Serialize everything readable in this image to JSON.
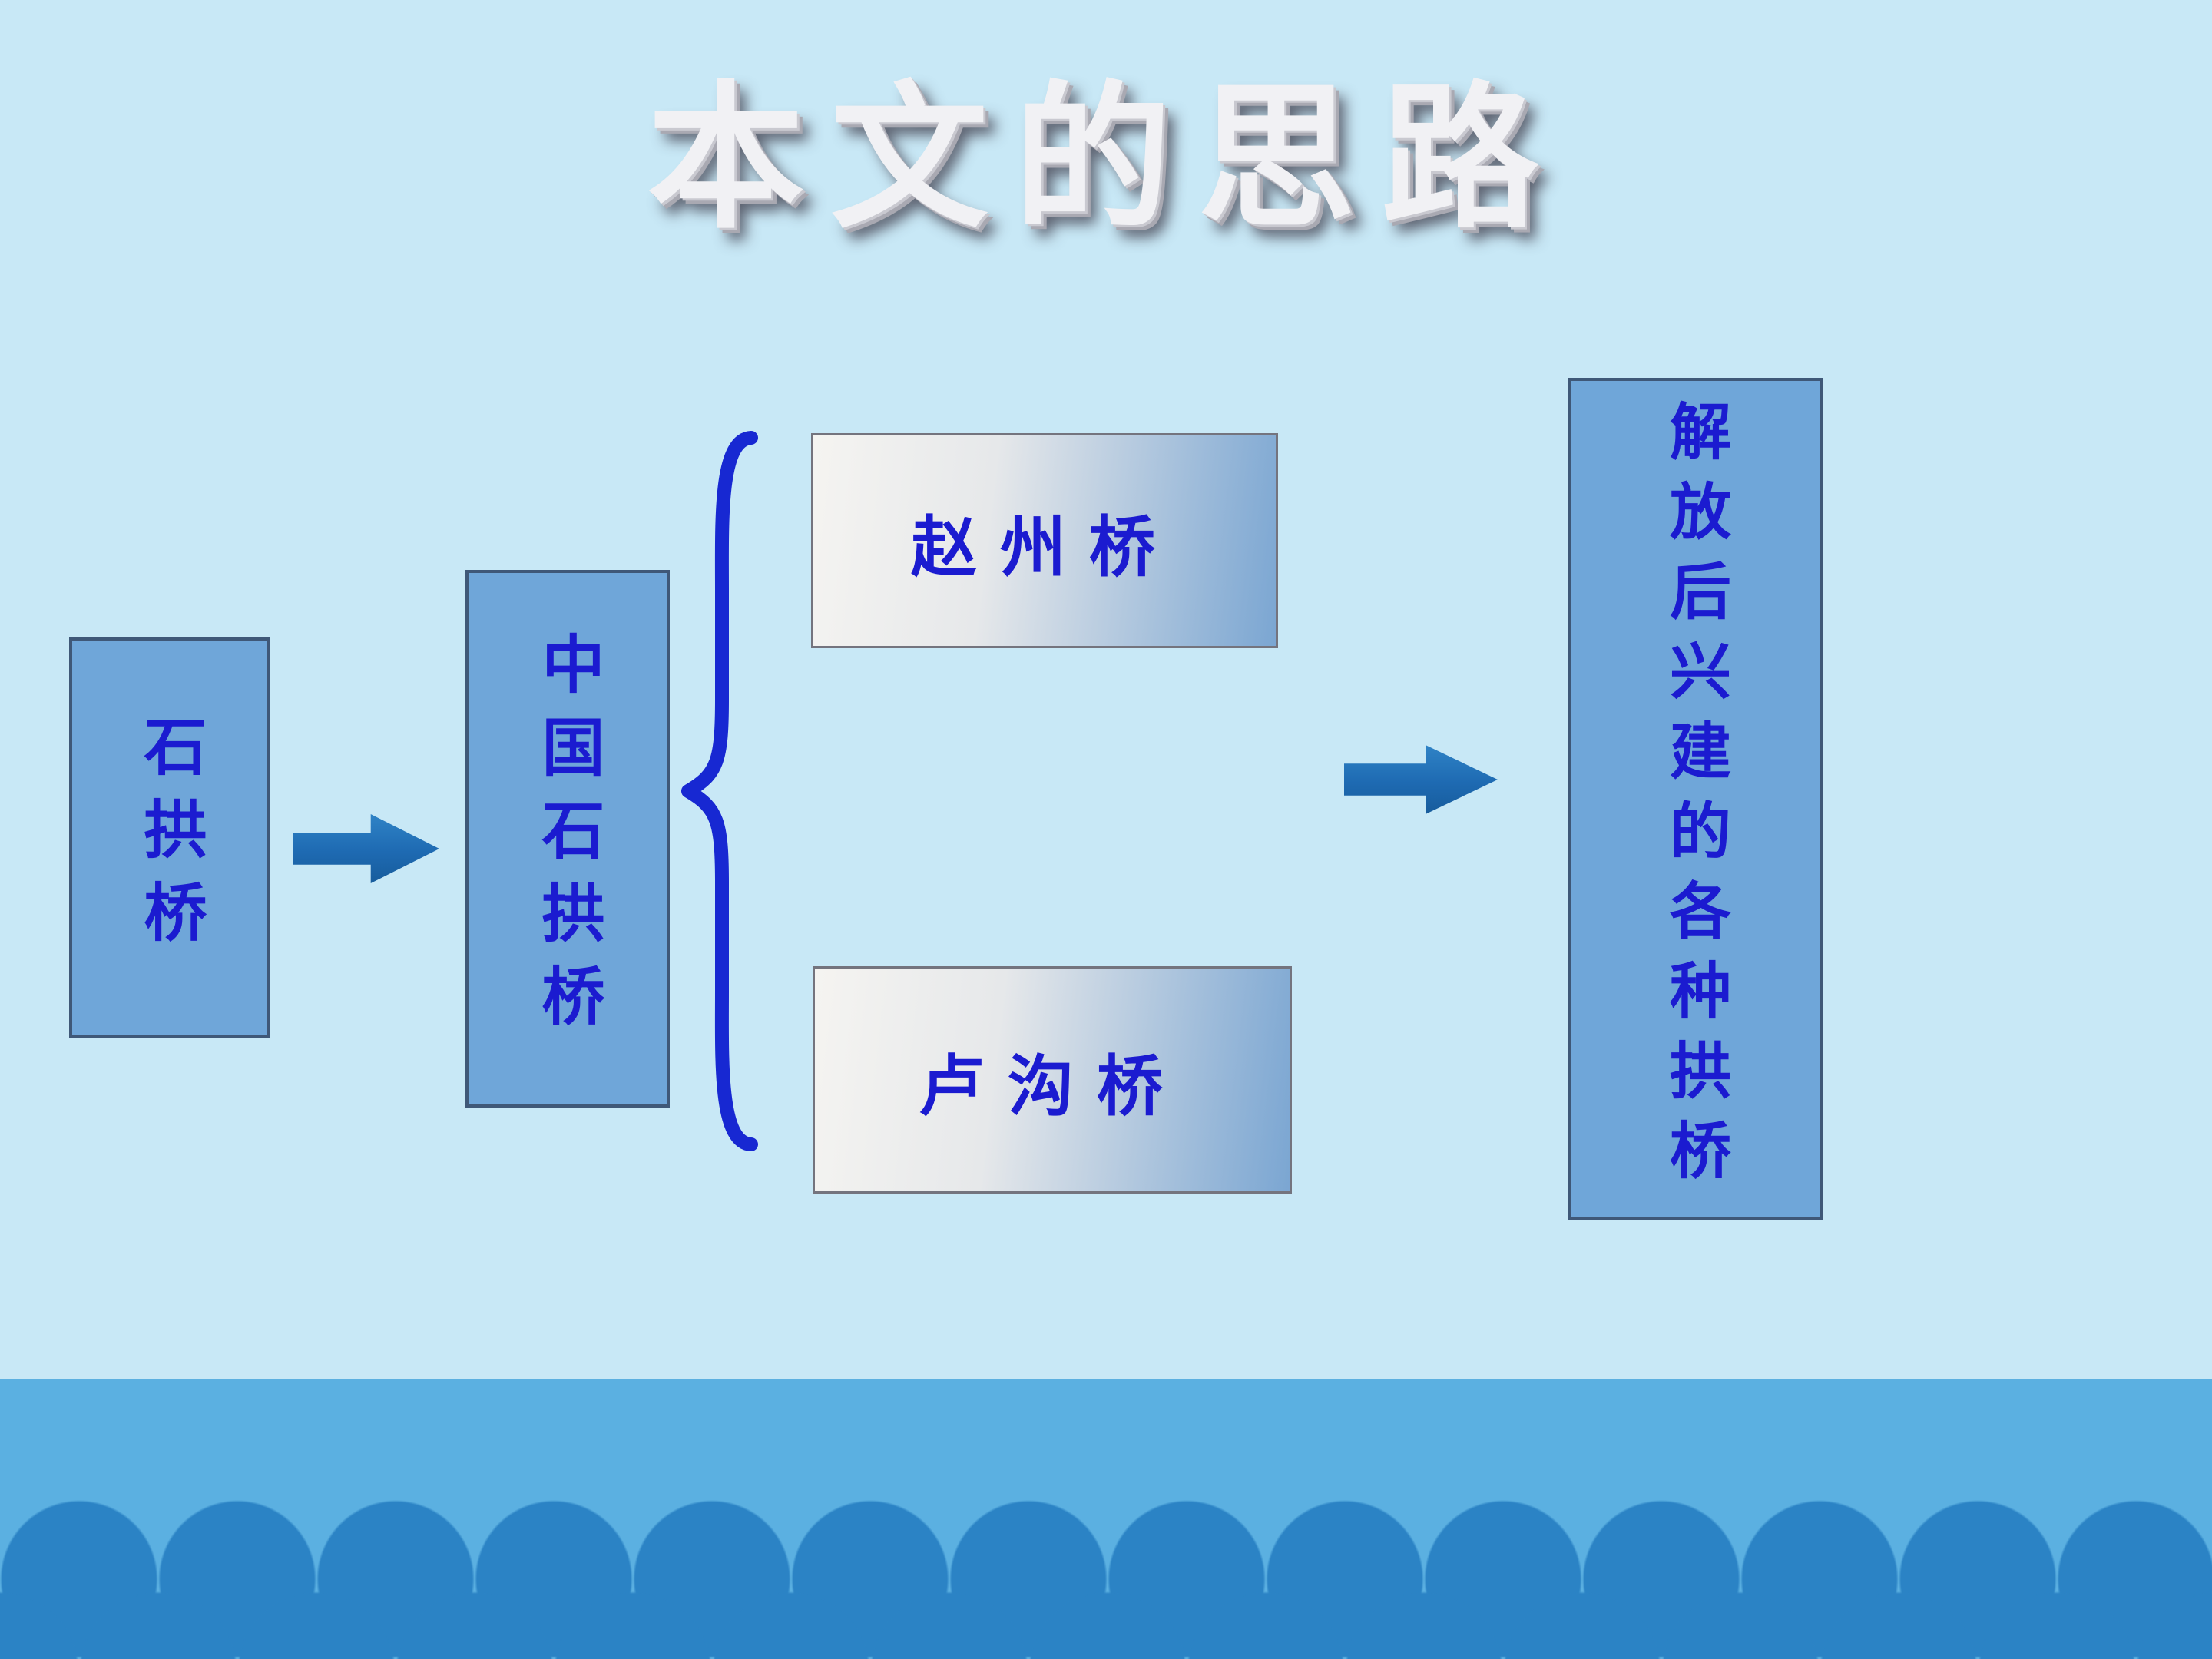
{
  "title": "本文的思路",
  "flow": {
    "left_box": "石拱桥",
    "middle_box": "中国石拱桥",
    "branch_top": "赵州桥",
    "branch_bottom": "卢沟桥",
    "right_box": "解放后兴建的各种拱桥"
  },
  "icons": {
    "arrow_1": "right-arrow",
    "arrow_2": "right-arrow",
    "brace": "left-curly-brace"
  },
  "colors": {
    "background": "#c8e8f6",
    "box_fill": "#6fa6d9",
    "box_border": "#3f5878",
    "text_blue": "#1b1bd0",
    "title_silver": "#f1f1f4",
    "arrow_blue": "#1e6ab2",
    "brace_blue": "#1728d2",
    "wave_band": "#5bb0e1",
    "wave_scallop": "#2b83c5",
    "gradient_box_left": "#f5f4f1",
    "gradient_box_right": "#7ba6d2"
  }
}
